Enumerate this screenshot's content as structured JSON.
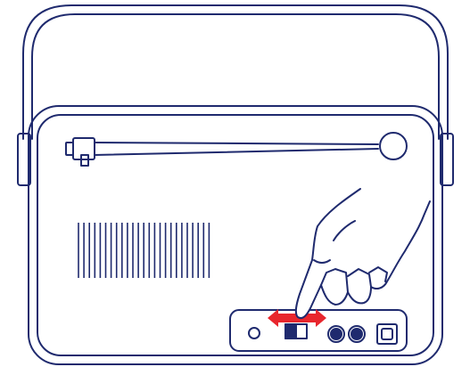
{
  "figure": {
    "subject": "radio-back-panel",
    "icons": [
      "handle",
      "radio-body",
      "telescopic-antenna",
      "speaker-grille",
      "control-panel",
      "slide-switch",
      "double-arrow",
      "pointing-hand",
      "jack",
      "dc-socket"
    ]
  },
  "colors": {
    "outline": "#1f2a6e",
    "arrow": "#e8262d",
    "background": "#ffffff",
    "jack_fill": "#1f2a6e",
    "switch_fill": "#1f2a6e"
  },
  "switch": {
    "position": "left",
    "move_direction": "left-right"
  }
}
